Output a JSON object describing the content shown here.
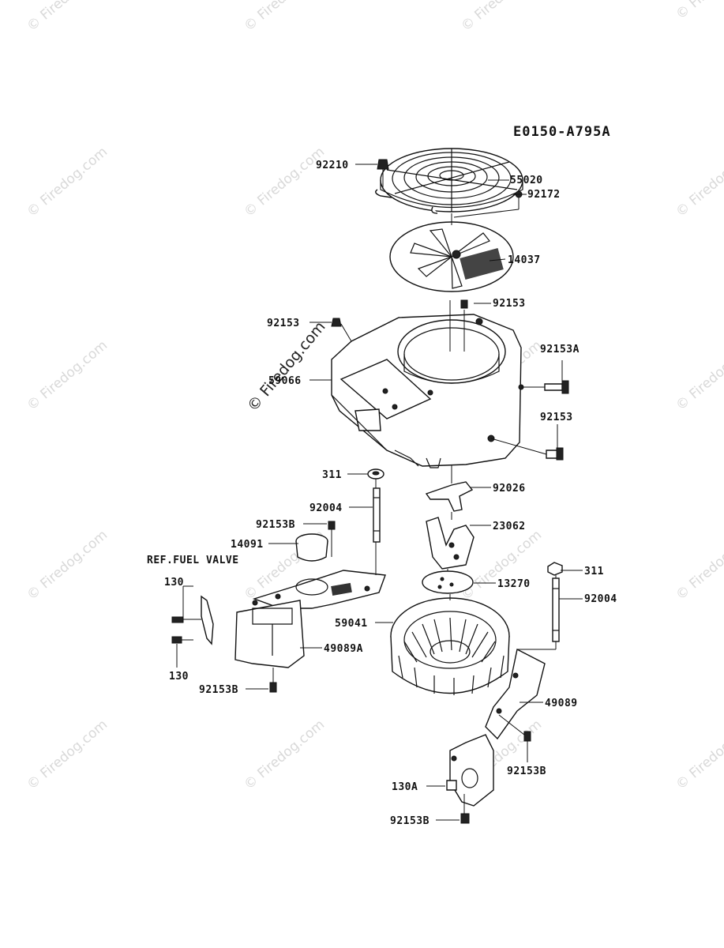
{
  "diagram": {
    "code": "E0150-A795A",
    "reference": "REF.FUEL VALVE",
    "watermark": "© Firedog.com",
    "callouts": [
      {
        "id": "c-92210",
        "label": "92210"
      },
      {
        "id": "c-55020",
        "label": "55020"
      },
      {
        "id": "c-92172",
        "label": "92172"
      },
      {
        "id": "c-14037",
        "label": "14037"
      },
      {
        "id": "c-92153-top",
        "label": "92153"
      },
      {
        "id": "c-92153-left",
        "label": "92153"
      },
      {
        "id": "c-59066",
        "label": "59066"
      },
      {
        "id": "c-92153a",
        "label": "92153A"
      },
      {
        "id": "c-92153-right",
        "label": "92153"
      },
      {
        "id": "c-311-left",
        "label": "311"
      },
      {
        "id": "c-92026",
        "label": "92026"
      },
      {
        "id": "c-92004-left",
        "label": "92004"
      },
      {
        "id": "c-23062",
        "label": "23062"
      },
      {
        "id": "c-92153b-a",
        "label": "92153B"
      },
      {
        "id": "c-14091",
        "label": "14091"
      },
      {
        "id": "c-311-right",
        "label": "311"
      },
      {
        "id": "c-130-top",
        "label": "130"
      },
      {
        "id": "c-13270",
        "label": "13270"
      },
      {
        "id": "c-92004-right",
        "label": "92004"
      },
      {
        "id": "c-59041",
        "label": "59041"
      },
      {
        "id": "c-49089a",
        "label": "49089A"
      },
      {
        "id": "c-130-bottom",
        "label": "130"
      },
      {
        "id": "c-92153b-b",
        "label": "92153B"
      },
      {
        "id": "c-49089",
        "label": "49089"
      },
      {
        "id": "c-92153b-c",
        "label": "92153B"
      },
      {
        "id": "c-130a",
        "label": "130A"
      },
      {
        "id": "c-92153b-d",
        "label": "92153B"
      }
    ]
  }
}
